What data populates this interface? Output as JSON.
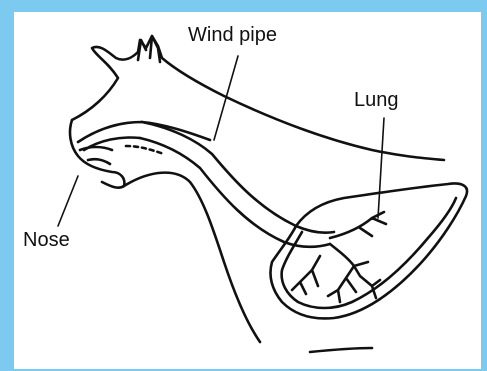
{
  "labels": {
    "wind_pipe": "Wind pipe",
    "lung": "Lung",
    "nose": "Nose"
  },
  "colors": {
    "border": "#7ccaf0",
    "ink": "#111111",
    "background": "#ffffff"
  }
}
